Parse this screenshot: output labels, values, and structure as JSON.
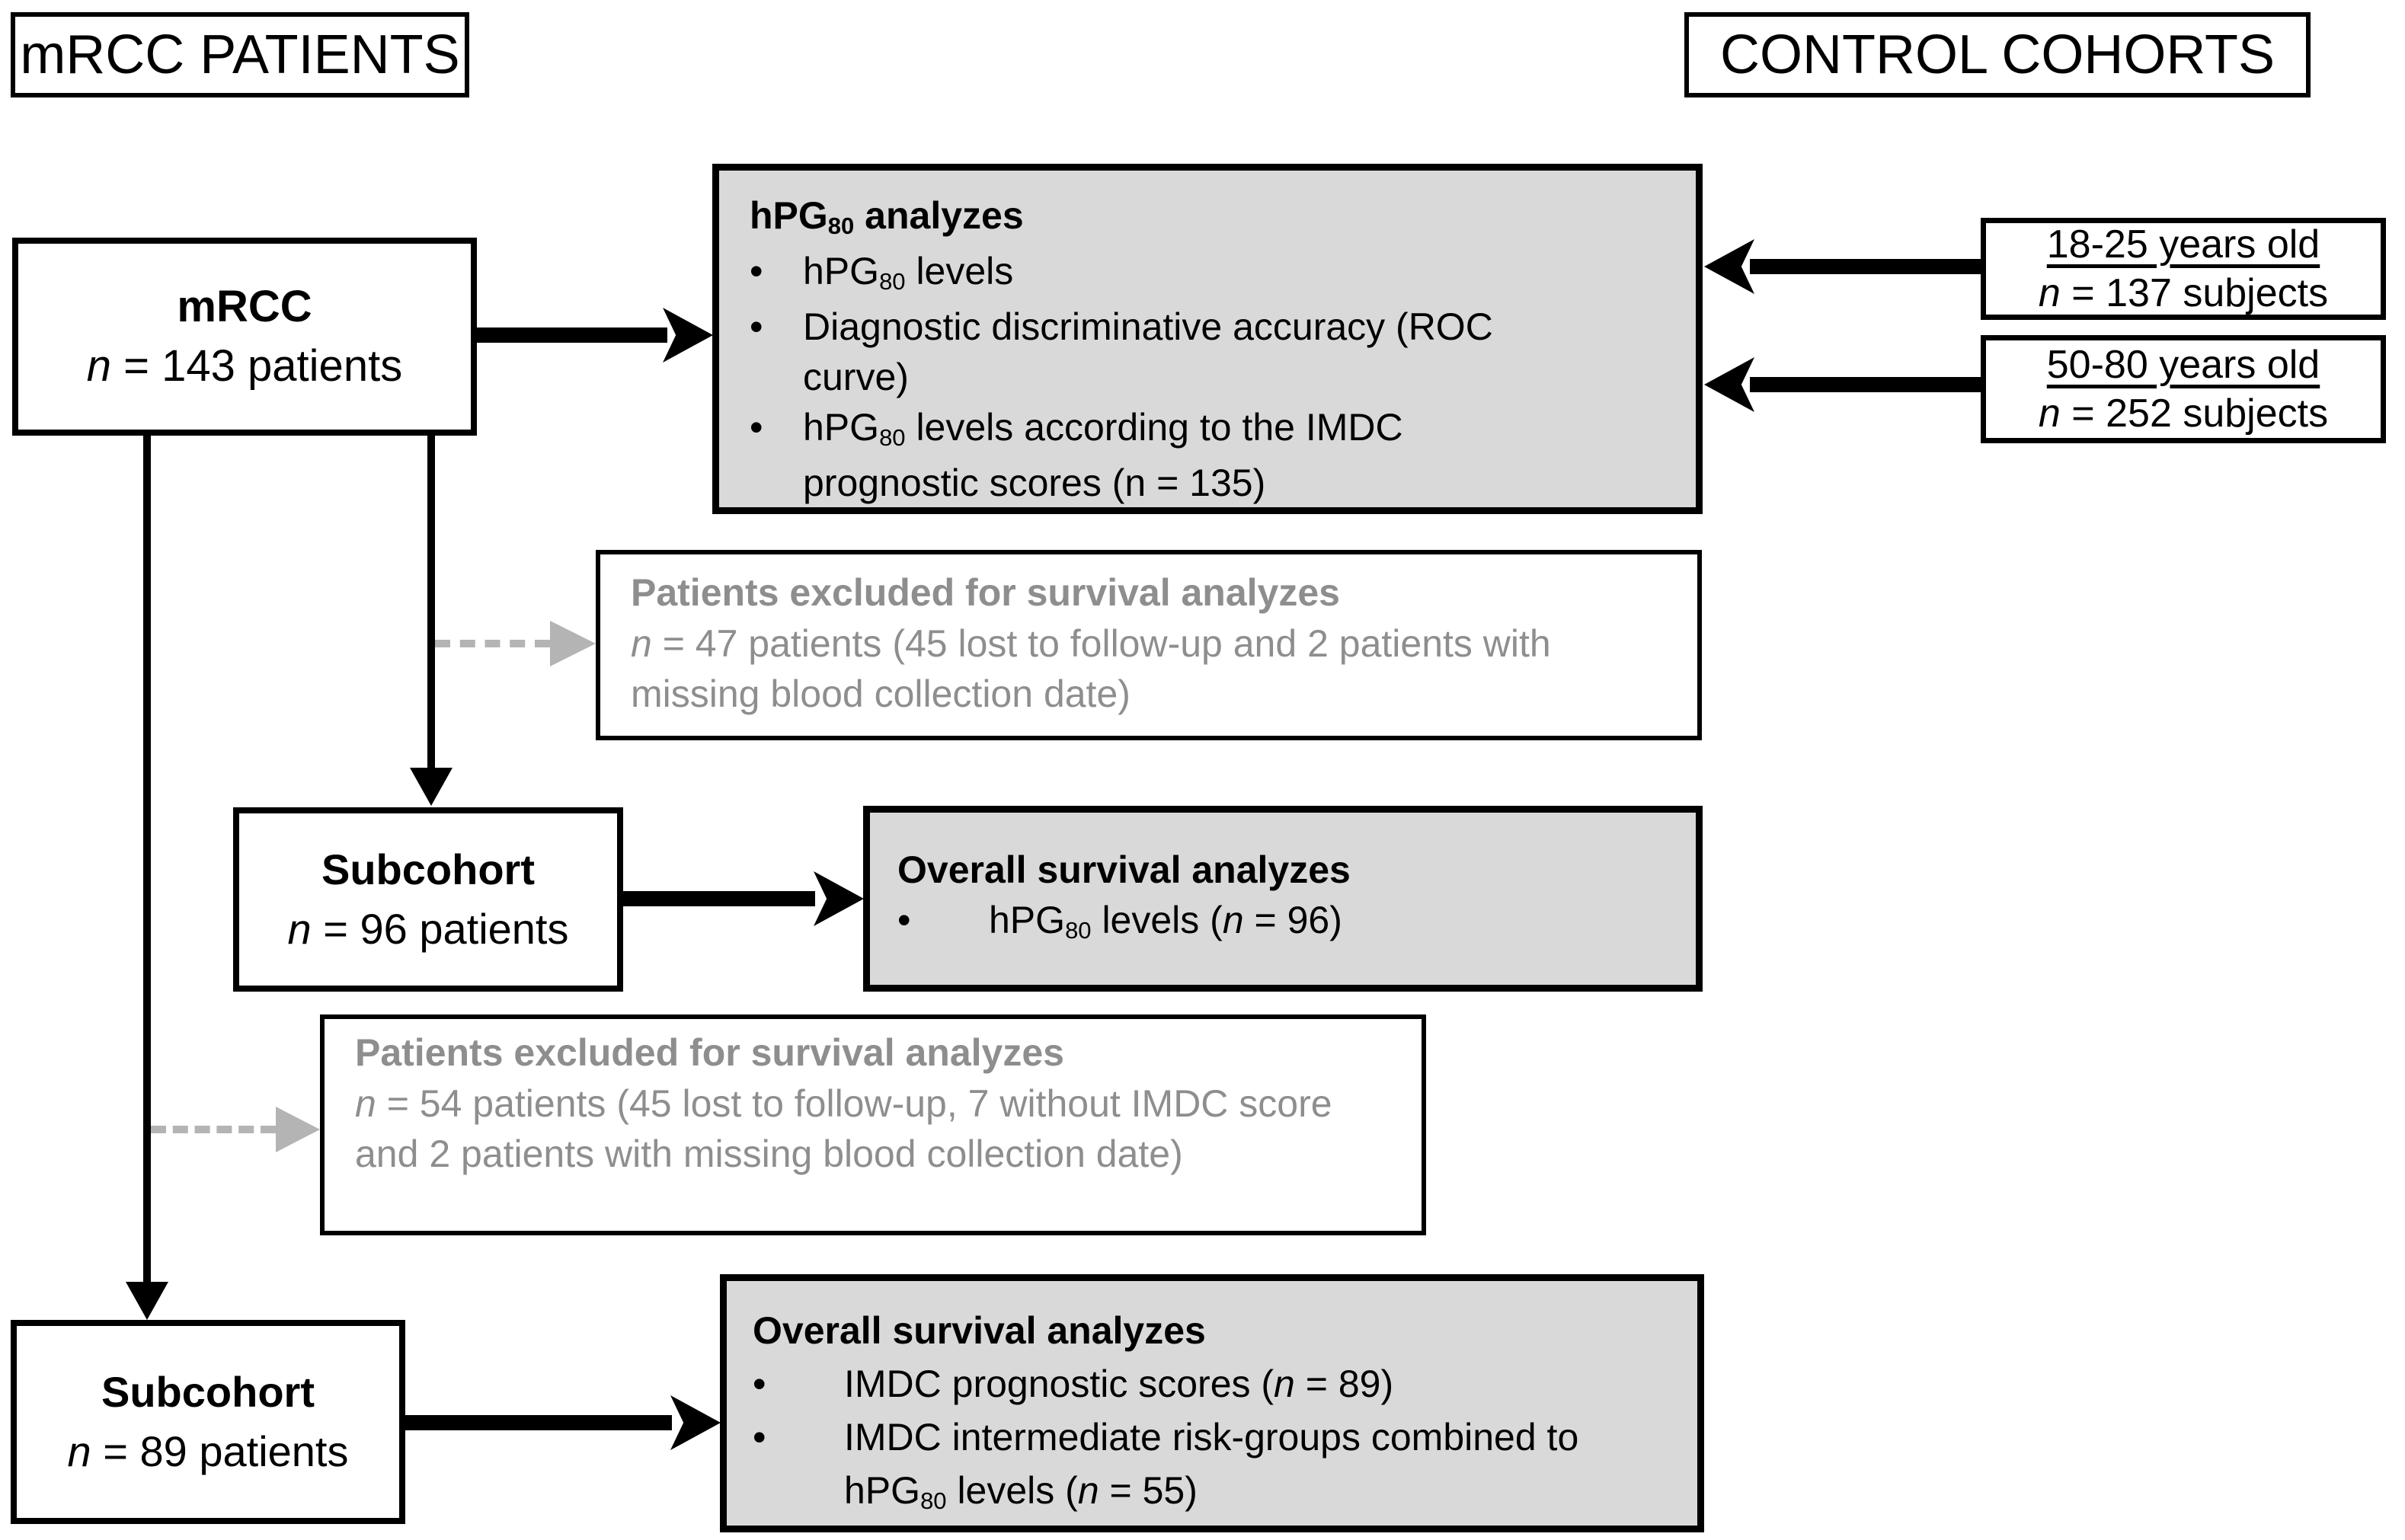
{
  "bullet_char": "•",
  "colors": {
    "box_fill_gray": "#d9d9d9",
    "border_black": "#000000",
    "muted_text_gray": "#8e8e8e",
    "dashed_arrow_gray": "#b4b4b4"
  },
  "header_left": {
    "label": "mRCC PATIENTS"
  },
  "header_right": {
    "label": "CONTROL COHORTS"
  },
  "mrcc_box": {
    "title": "mRCC",
    "count": [
      {
        "t": "n",
        "i": 1
      },
      {
        "t": " = 143 patients"
      }
    ]
  },
  "hpg_box": {
    "title": [
      {
        "t": "hPG"
      },
      {
        "t": "80",
        "sub": 1
      },
      {
        "t": " analyzes"
      }
    ],
    "bullets": [
      [
        {
          "t": "hPG"
        },
        {
          "t": "80",
          "sub": 1
        },
        {
          "t": " levels"
        }
      ],
      [
        {
          "t": "Diagnostic discriminative accuracy (ROC curve)"
        }
      ],
      [
        {
          "t": "hPG"
        },
        {
          "t": "80",
          "sub": 1
        },
        {
          "t": " levels according to the IMDC prognostic scores (n = 135)"
        }
      ]
    ]
  },
  "control_boxes": [
    {
      "age_range": "18-25 years old",
      "count": [
        {
          "t": "n",
          "i": 1
        },
        {
          "t": " = 137 subjects"
        }
      ]
    },
    {
      "age_range": "50-80 years old",
      "count": [
        {
          "t": "n",
          "i": 1
        },
        {
          "t": " = 252 subjects"
        }
      ]
    }
  ],
  "excluded_boxes": [
    {
      "title": "Patients excluded for survival analyzes",
      "body": [
        {
          "t": "n",
          "i": 1
        },
        {
          "t": " = 47 patients (45 lost to follow-up and 2 patients with missing blood collection date)"
        }
      ]
    },
    {
      "title": "Patients excluded for survival analyzes",
      "body": [
        {
          "t": "n",
          "i": 1
        },
        {
          "t": " = 54 patients (45 lost to follow-up, 7 without IMDC score and 2 patients with missing blood collection date)"
        }
      ]
    }
  ],
  "subcohort_boxes": [
    {
      "title": "Subcohort",
      "count": [
        {
          "t": "n",
          "i": 1
        },
        {
          "t": " = 96 patients"
        }
      ]
    },
    {
      "title": "Subcohort",
      "count": [
        {
          "t": "n",
          "i": 1
        },
        {
          "t": " = 89 patients"
        }
      ]
    }
  ],
  "os_boxes": [
    {
      "title": "Overall survival analyzes",
      "bullets": [
        [
          {
            "t": "hPG"
          },
          {
            "t": "80",
            "sub": 1
          },
          {
            "t": " levels ("
          },
          {
            "t": "n",
            "i": 1
          },
          {
            "t": " = 96)"
          }
        ]
      ]
    },
    {
      "title": "Overall survival analyzes",
      "bullets": [
        [
          {
            "t": "IMDC prognostic scores ("
          },
          {
            "t": "n",
            "i": 1
          },
          {
            "t": " = 89)"
          }
        ],
        [
          {
            "t": "IMDC intermediate risk-groups combined to hPG"
          },
          {
            "t": "80",
            "sub": 1
          },
          {
            "t": " levels ("
          },
          {
            "t": "n",
            "i": 1
          },
          {
            "t": " = 55)"
          }
        ]
      ]
    }
  ]
}
